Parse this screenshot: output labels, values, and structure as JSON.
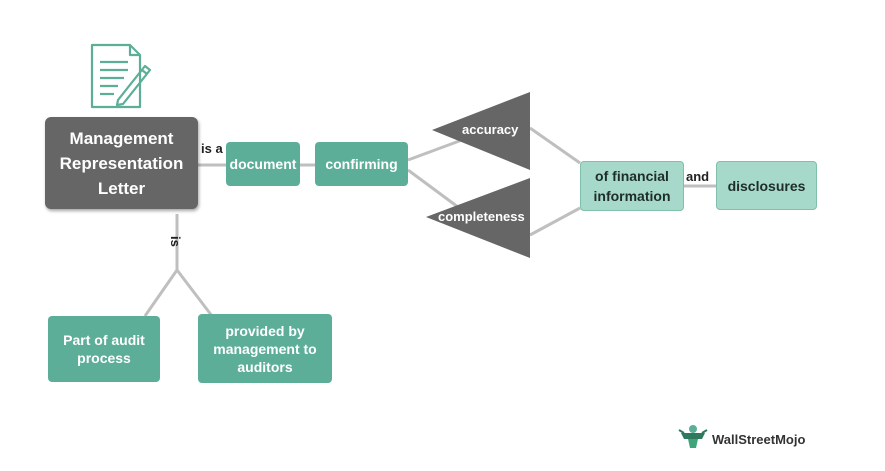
{
  "diagram": {
    "central": "Management Representation Letter",
    "edge_is_a": "is a",
    "edge_is": "is",
    "edge_and": "and",
    "document": "document",
    "confirming": "confirming",
    "accuracy": "accuracy",
    "completeness": "completeness",
    "financial_info": "of financial information",
    "disclosures": "disclosures",
    "part_of_audit": "Part of audit process",
    "provided_by": "provided by management to auditors"
  },
  "icons": {
    "top": "document-edit-icon",
    "logo": "wallstreetmojo-logo-icon"
  },
  "brand": {
    "name": "WallStreetMojo"
  },
  "colors": {
    "teal": "#5cae98",
    "light_teal": "#a6d9c9",
    "grey": "#666666",
    "line": "#bfbfbf"
  }
}
